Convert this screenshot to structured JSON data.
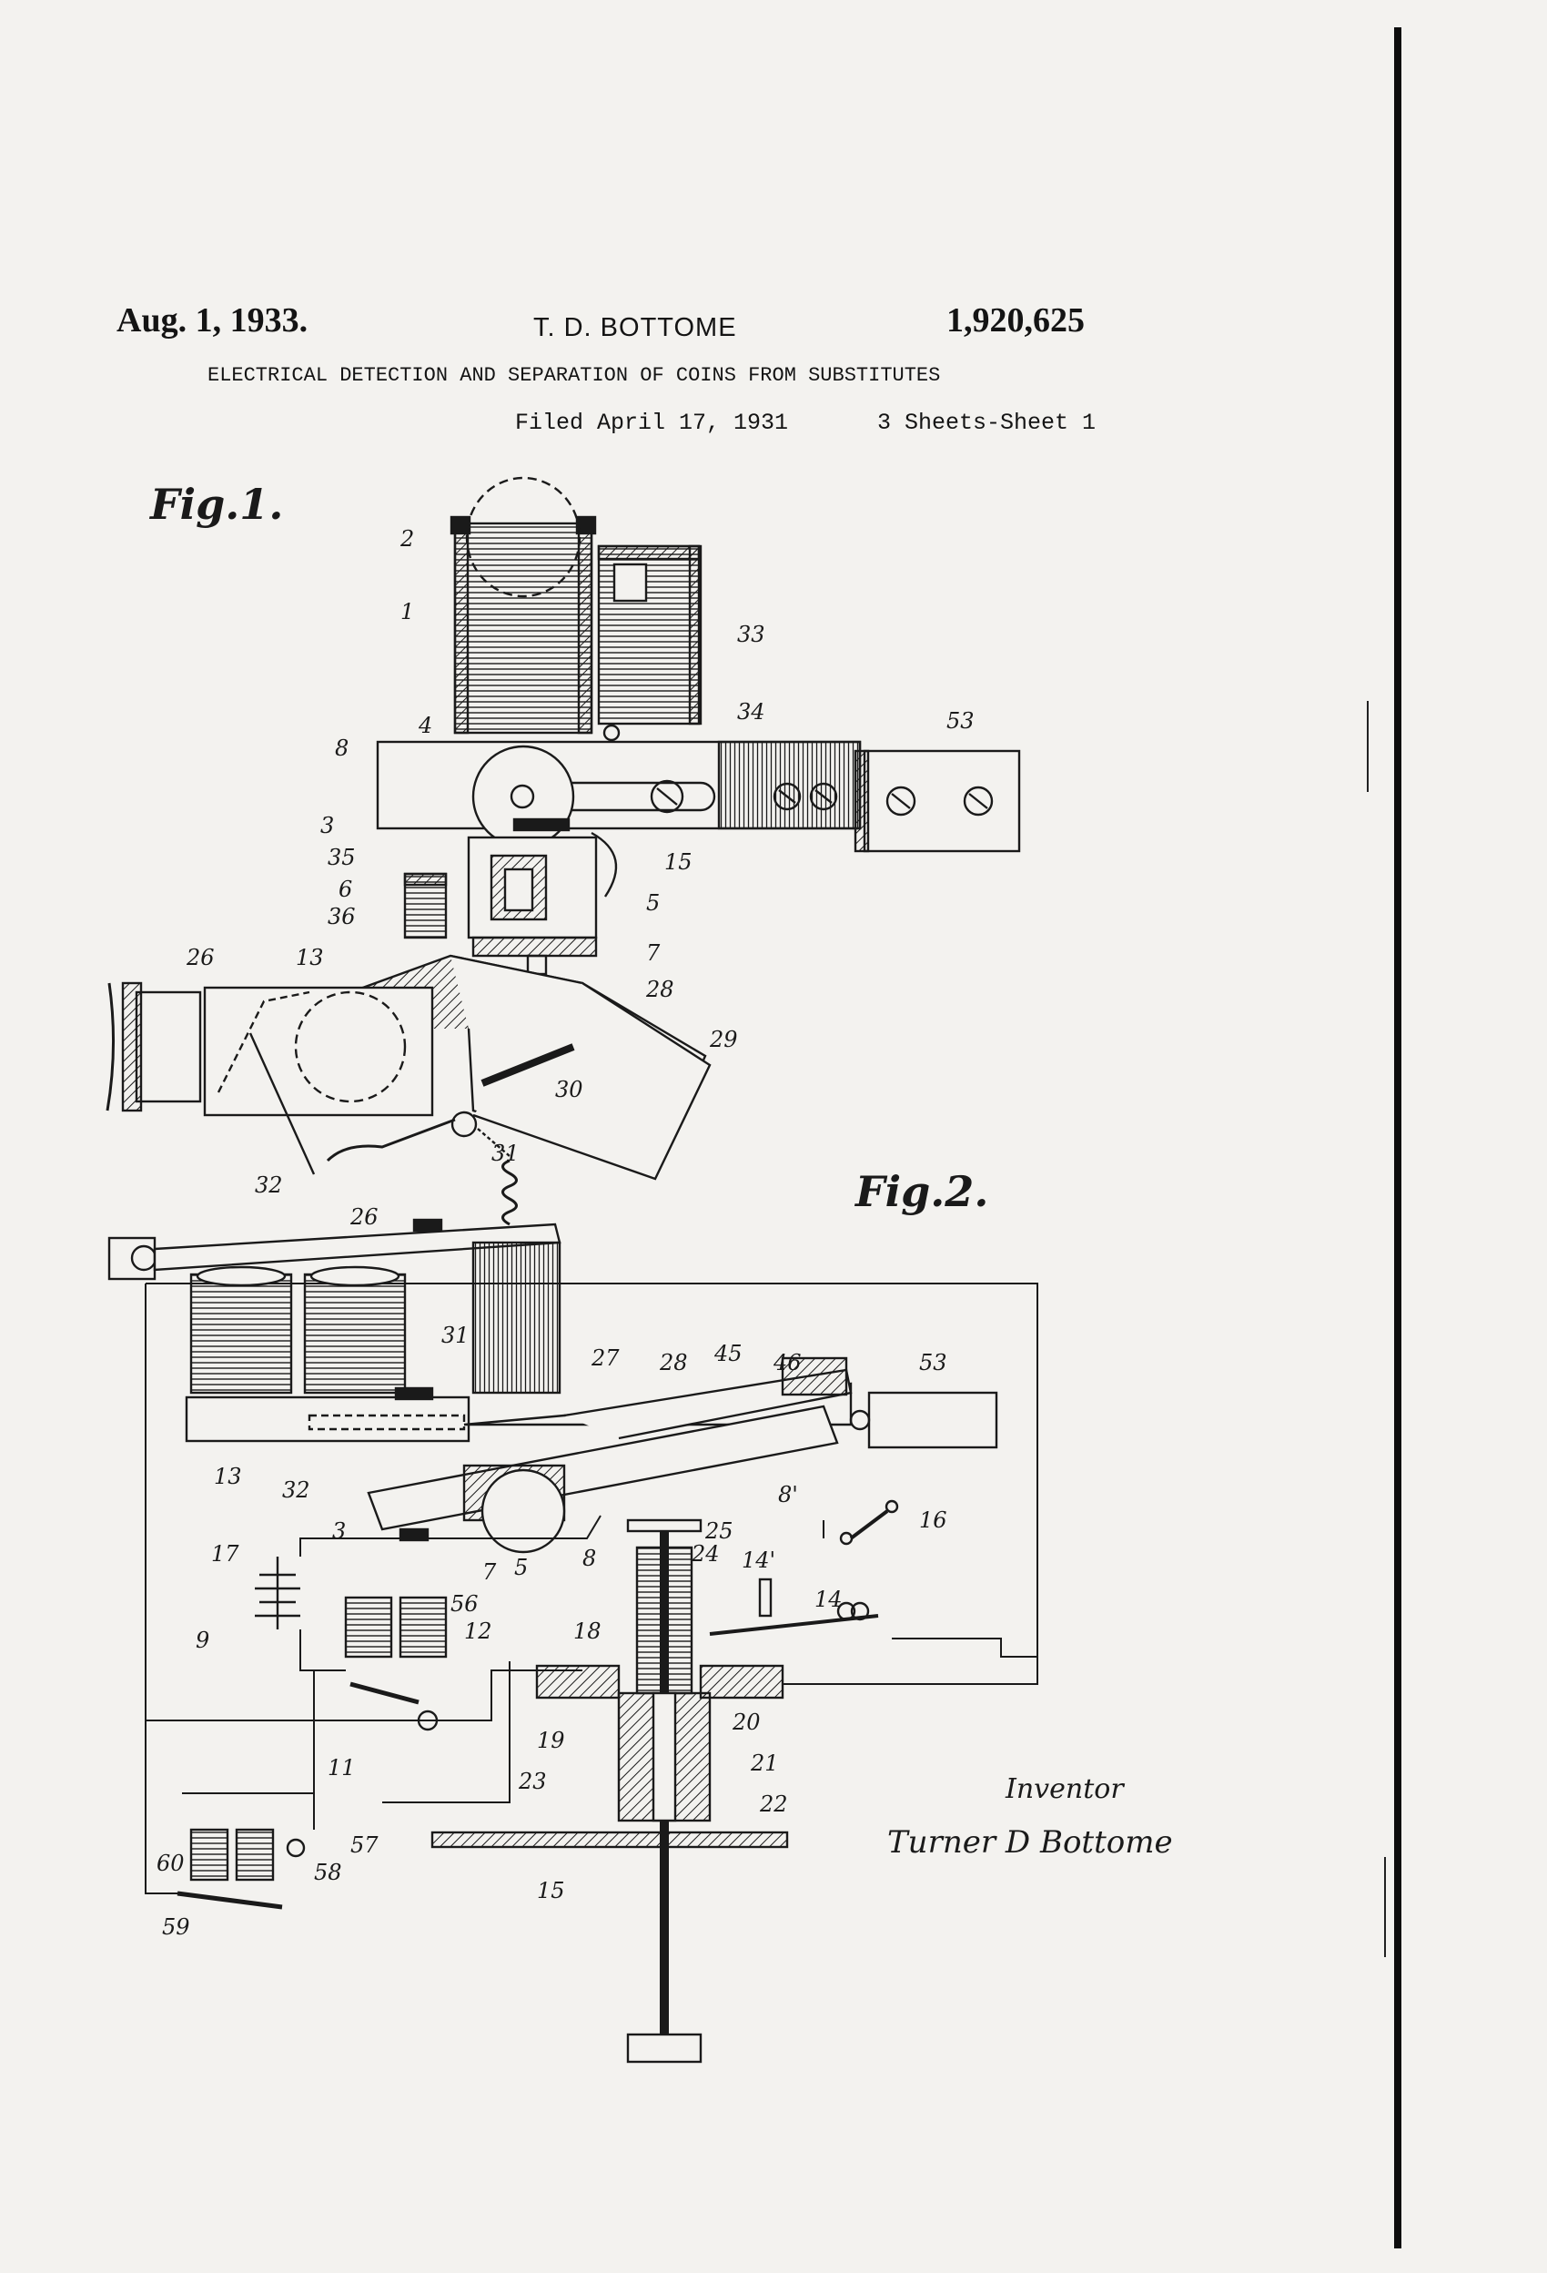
{
  "header": {
    "date": "Aug. 1, 1933.",
    "inventor_name": "T. D. BOTTOME",
    "patent_number": "1,920,625",
    "title": "ELECTRICAL DETECTION AND SEPARATION OF COINS FROM SUBSTITUTES",
    "filed": "Filed April 17, 1931",
    "sheets": "3 Sheets-Sheet 1"
  },
  "figures": {
    "fig1_label": "Fig.1.",
    "fig2_label": "Fig.2."
  },
  "fig1_refs": [
    "2",
    "1",
    "33",
    "34",
    "53",
    "4",
    "8",
    "3",
    "35",
    "15",
    "6",
    "36",
    "5",
    "7",
    "26",
    "13",
    "28",
    "29",
    "30",
    "31",
    "32"
  ],
  "fig2_refs": [
    "26",
    "31",
    "27",
    "28",
    "45",
    "46",
    "53",
    "13",
    "32",
    "3",
    "8'",
    "16",
    "5",
    "25",
    "8",
    "17",
    "24",
    "14'",
    "7",
    "14",
    "56",
    "12",
    "9",
    "18",
    "19",
    "20",
    "21",
    "11",
    "23",
    "22",
    "57",
    "60",
    "58",
    "15",
    "59"
  ],
  "signature": {
    "label": "Inventor",
    "name": "Turner D Bottome"
  },
  "colors": {
    "paper": "#f3f2ef",
    "ink": "#141414"
  }
}
